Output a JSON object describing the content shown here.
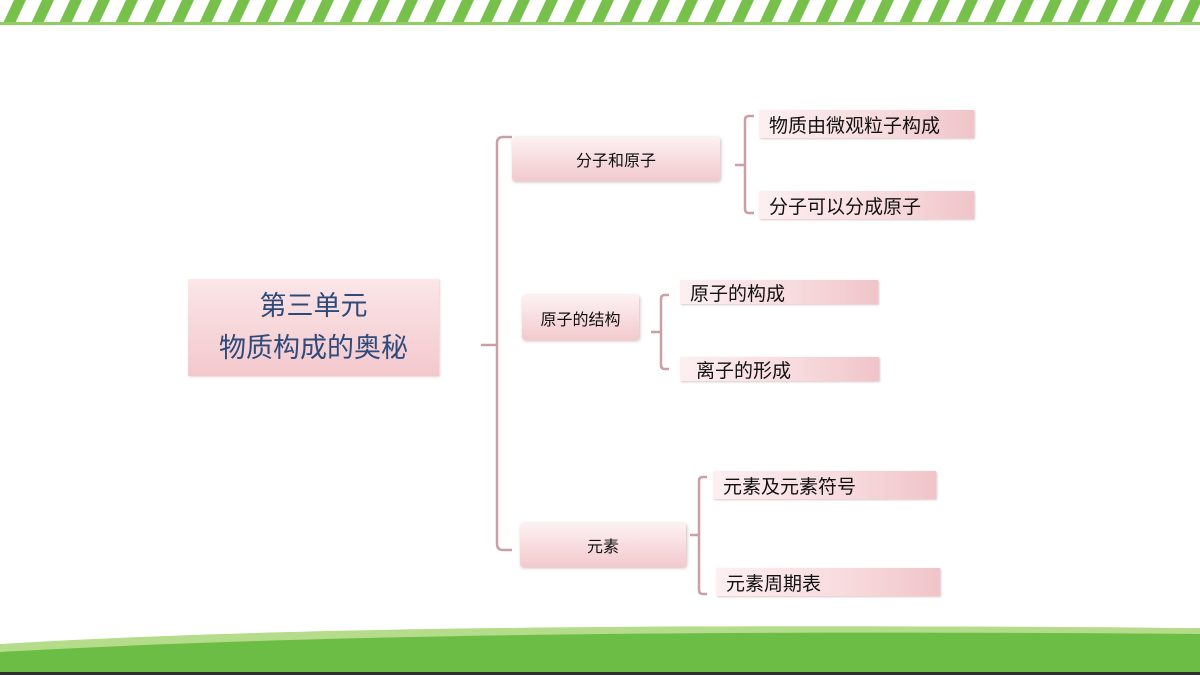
{
  "root": {
    "line1": "第三单元",
    "line2": "物质构成的奥秘"
  },
  "branches": [
    {
      "label": "分子和原子",
      "children": [
        "物质由微观粒子构成",
        "分子可以分成原子"
      ]
    },
    {
      "label": "原子的结构",
      "children": [
        "原子的构成",
        "离子的形成"
      ]
    },
    {
      "label": "元素",
      "children": [
        "元素及元素符号",
        "元素周期表"
      ]
    }
  ],
  "colors": {
    "bracket": "#c9a0a6",
    "banner_green": "#6cbd45",
    "root_text": "#2d4a7a"
  }
}
